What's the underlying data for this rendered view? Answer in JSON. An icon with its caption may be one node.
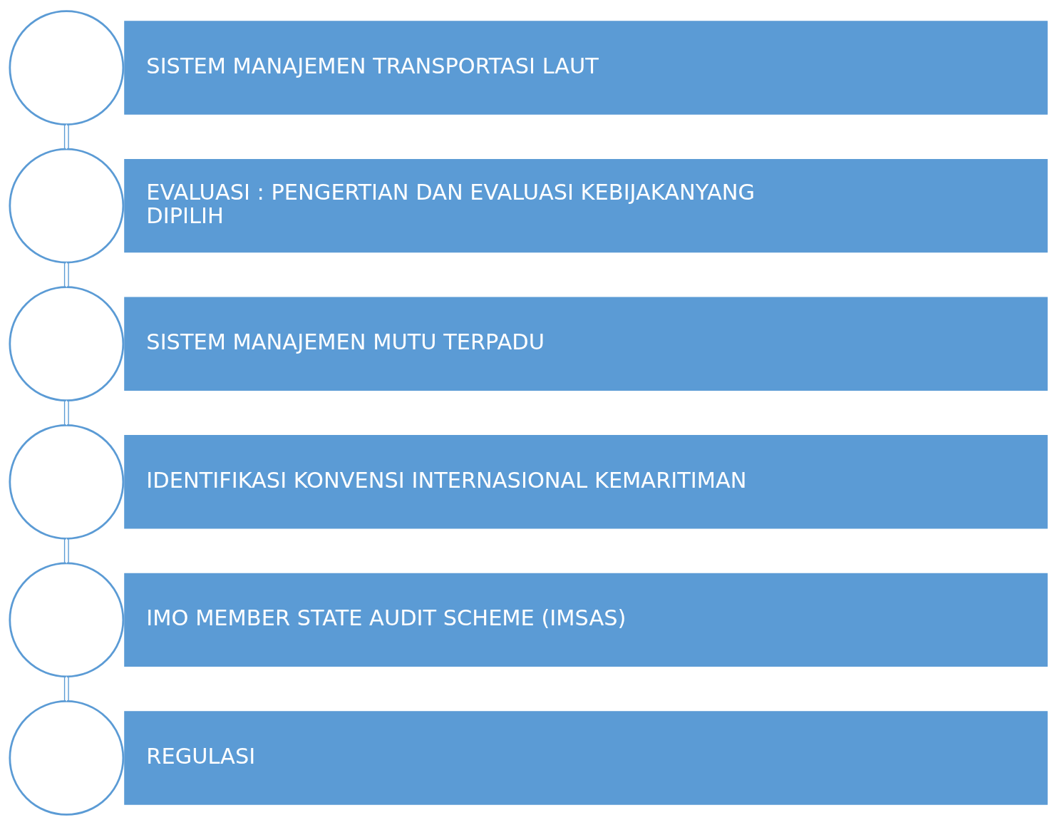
{
  "diagram": {
    "nodes": [
      {
        "text": [],
        "shape": "circle"
      },
      {
        "text": [
          "SISTEM MANAJEMEN TRANSPORTASI LAUT"
        ]
      },
      {
        "text": [],
        "shape": "circle"
      },
      {
        "text": [
          "EVALUASI : PENGERTIAN DAN EVALUASI KEBIJAKANYANG DIPILIH"
        ]
      },
      {
        "text": [],
        "shape": "circle"
      },
      {
        "text": [
          "SISTEM MANAJEMEN MUTU TERPADU"
        ]
      },
      {
        "text": [],
        "shape": "circle"
      },
      {
        "text": [
          "IDENTIFIKASI KONVENSI INTERNASIONAL KEMARITIMAN"
        ]
      },
      {
        "text": [],
        "shape": "circle"
      },
      {
        "text": [
          "IMO MEMBER STATE AUDIT SCHEME (IMSAS)"
        ]
      },
      {
        "text": [],
        "shape": "circle"
      },
      {
        "text": [
          "REGULASI"
        ]
      }
    ],
    "edges": [
      {
        "from": 0,
        "to": 2,
        "arrow": "none"
      },
      {
        "from": 2,
        "to": 4,
        "arrow": "none"
      },
      {
        "from": 4,
        "to": 6,
        "arrow": "none"
      },
      {
        "from": 6,
        "to": 8,
        "arrow": "none"
      },
      {
        "from": 8,
        "to": 10,
        "arrow": "none"
      }
    ]
  }
}
